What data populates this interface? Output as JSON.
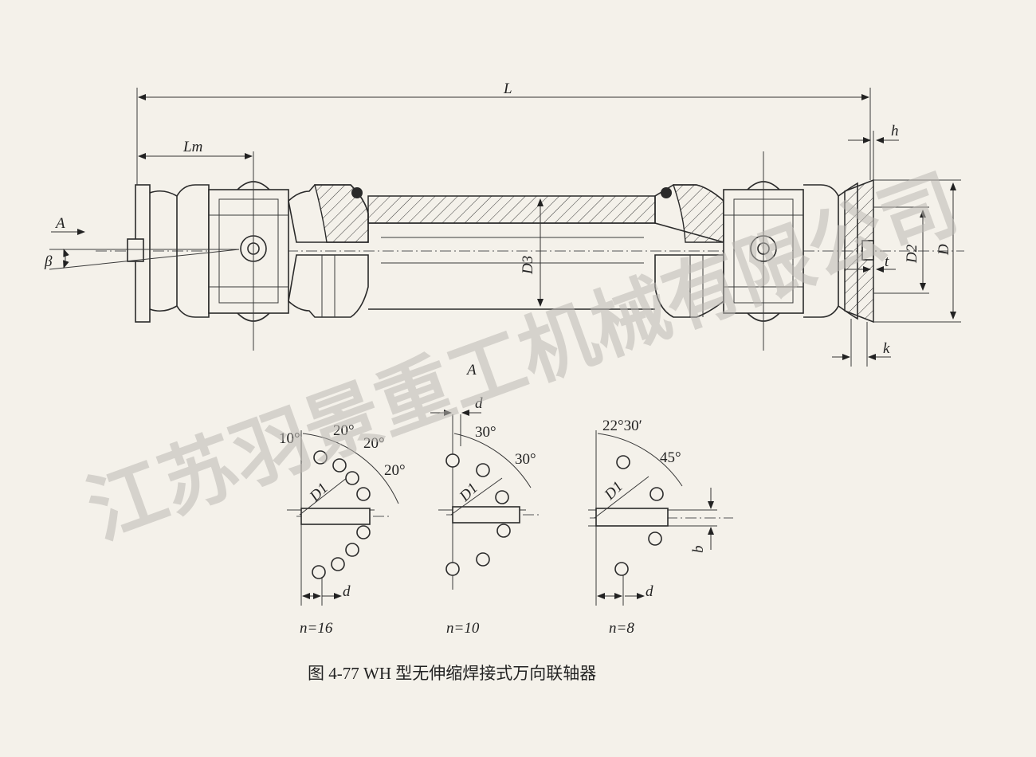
{
  "figure": {
    "caption": "图 4-77 WH 型无伸缩焊接式万向联轴器",
    "watermark": "江苏羽景重工机械有限公司",
    "dimensions": {
      "overall_length": "L",
      "flange_to_cross": "Lm",
      "view_arrow": "A",
      "angle": "β",
      "tube_diameter": "D3",
      "flange_diameter": "D",
      "spigot_diameter": "D2",
      "spigot_height": "h",
      "spigot_depth": "t",
      "flange_thickness": "k"
    },
    "hole_patterns": [
      {
        "view_label": "A",
        "n_label": "n=16",
        "pcd": "D1",
        "hole": "d",
        "angles": [
          "10°",
          "20°",
          "20°",
          "20°"
        ]
      },
      {
        "n_label": "n=10",
        "pcd": "D1",
        "hole": "d",
        "angles": [
          "30°",
          "30°"
        ]
      },
      {
        "n_label": "n=8",
        "pcd": "D1",
        "hole": "d",
        "keyway": "b",
        "angles": [
          "22°30′",
          "45°"
        ]
      }
    ]
  }
}
